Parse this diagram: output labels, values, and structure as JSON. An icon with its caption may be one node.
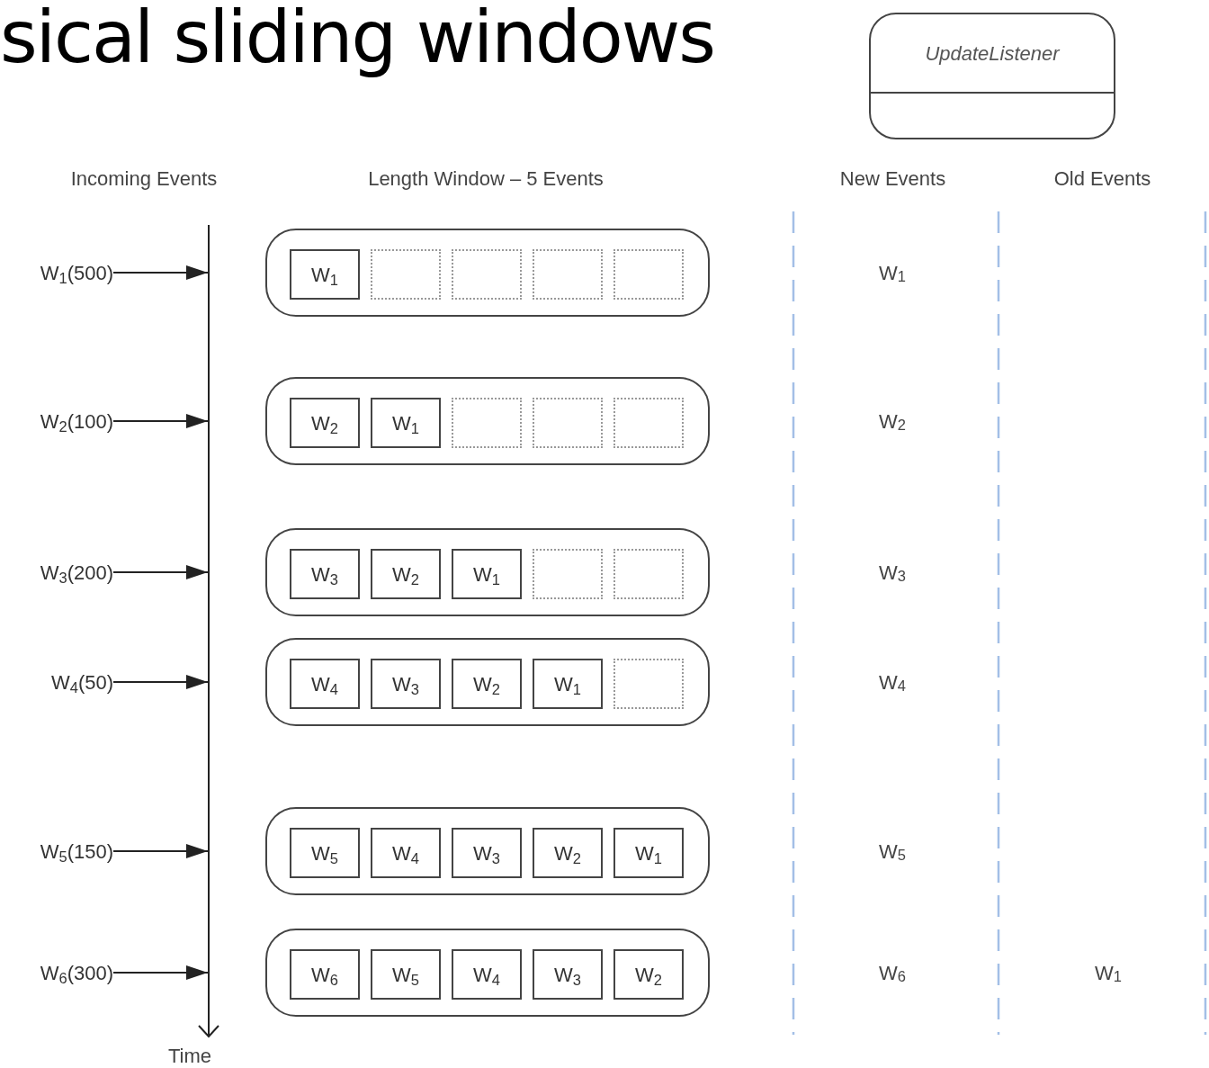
{
  "diagram": {
    "title": "sical sliding windows",
    "nodes": [
      {
        "text": [
          "UpdateListener"
        ]
      },
      {
        "text": [
          "W$_{1}$(500)"
        ]
      },
      {
        "text": [],
        "shape": "box"
      },
      {
        "text": [
          "W$_{1}$"
        ],
        "in": 2
      },
      {
        "text": [],
        "shape": "box",
        "in": 2
      },
      {
        "text": [],
        "shape": "box",
        "in": 2
      },
      {
        "text": [],
        "shape": "box",
        "in": 2
      },
      {
        "text": [],
        "shape": "box",
        "in": 2
      },
      {
        "text": [
          "W$_{2}$(100)"
        ]
      },
      {
        "text": [],
        "shape": "box"
      },
      {
        "text": [
          "W$_{2}$"
        ],
        "in": 9
      },
      {
        "text": [
          "W$_{1}$"
        ],
        "in": 9
      },
      {
        "text": [],
        "shape": "box",
        "in": 9
      },
      {
        "text": [],
        "shape": "box",
        "in": 9
      },
      {
        "text": [],
        "shape": "box",
        "in": 9
      },
      {
        "text": [
          "W$_{3}$(200)"
        ]
      },
      {
        "text": [],
        "shape": "box"
      },
      {
        "text": [
          "W$_{3}$"
        ],
        "in": 16
      },
      {
        "text": [
          "W$_{2}$"
        ],
        "in": 16
      },
      {
        "text": [
          "W$_{1}$"
        ],
        "in": 16
      },
      {
        "text": [],
        "shape": "box",
        "in": 16
      },
      {
        "text": [],
        "shape": "box",
        "in": 16
      },
      {
        "text": [
          "W$_{4}$(50)"
        ]
      },
      {
        "text": [],
        "shape": "box"
      },
      {
        "text": [
          "W$_{4}$"
        ],
        "in": 23
      },
      {
        "text": [
          "W$_{3}$"
        ],
        "in": 23
      },
      {
        "text": [
          "W$_{2}$"
        ],
        "in": 23
      },
      {
        "text": [
          "W$_{1}$"
        ],
        "in": 23
      },
      {
        "text": [],
        "shape": "box",
        "in": 23
      },
      {
        "text": [
          "W$_{5}$(150)"
        ]
      },
      {
        "text": [],
        "shape": "box"
      },
      {
        "text": [
          "W$_{5}$"
        ],
        "in": 30
      },
      {
        "text": [
          "W$_{4}$"
        ],
        "in": 30
      },
      {
        "text": [
          "W$_{3}$"
        ],
        "in": 30
      },
      {
        "text": [
          "W$_{2}$"
        ],
        "in": 30
      },
      {
        "text": [
          "W$_{1}$"
        ],
        "in": 30
      },
      {
        "text": [
          "W$_{6}$(300)"
        ]
      },
      {
        "text": [],
        "shape": "box"
      },
      {
        "text": [
          "W$_{6}$"
        ],
        "in": 37
      },
      {
        "text": [
          "W$_{5}$"
        ],
        "in": 37
      },
      {
        "text": [
          "W$_{4}$"
        ],
        "in": 37
      },
      {
        "text": [
          "W$_{3}$"
        ],
        "in": 37
      },
      {
        "text": [
          "W$_{2}$"
        ],
        "in": 37
      }
    ],
    "edges": [
      {
        "from": 1,
        "to": null,
        "arrow": "to"
      },
      {
        "from": 8,
        "to": null,
        "arrow": "to"
      },
      {
        "from": 15,
        "to": null,
        "arrow": "to"
      },
      {
        "from": 22,
        "to": null,
        "arrow": "to"
      },
      {
        "from": 29,
        "to": null,
        "arrow": "to"
      },
      {
        "from": 36,
        "to": null,
        "arrow": "to"
      }
    ],
    "labels": [
      "Incoming Events",
      "Length Window – 5 Events",
      "New Events",
      "Old Events",
      "W$_{1}$",
      "W$_{2}$",
      "W$_{3}$",
      "W$_{4}$",
      "W$_{5}$",
      "W$_{6}$",
      "W$_{1}$",
      "Time"
    ]
  }
}
